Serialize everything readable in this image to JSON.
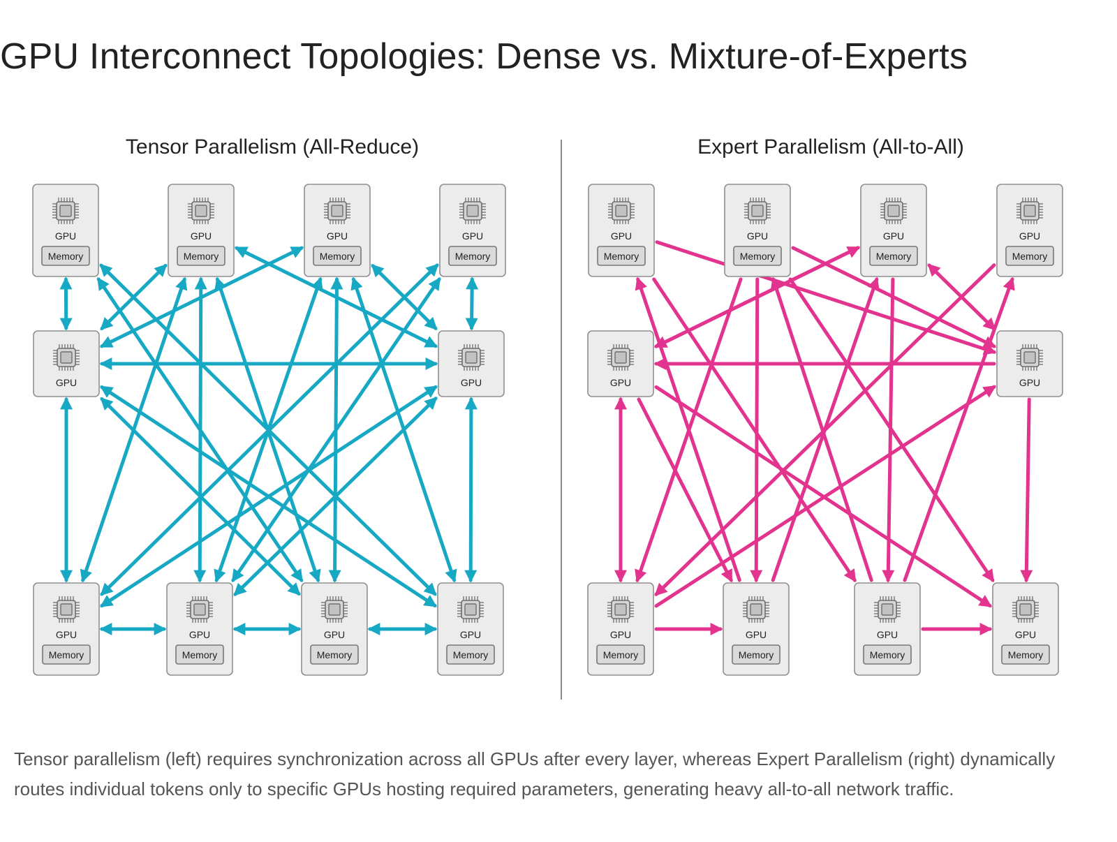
{
  "title": "GPU Interconnect Topologies: Dense vs. Mixture-of-Experts",
  "caption": "Tensor parallelism (left) requires synchronization across all GPUs after every layer, whereas Expert Parallelism (right) dynamically routes individual tokens only to specific GPUs hosting required parameters, generating heavy all-to-all network traffic.",
  "labels": {
    "gpu": "GPU",
    "memory": "Memory"
  },
  "panels": [
    {
      "id": "tensor",
      "title": "Tensor Parallelism (All-Reduce)",
      "color": "#17a8c4",
      "nodes": [
        {
          "id": "t1",
          "memory": true
        },
        {
          "id": "t2",
          "memory": true
        },
        {
          "id": "t3",
          "memory": true
        },
        {
          "id": "t4",
          "memory": true
        },
        {
          "id": "l1",
          "memory": false
        },
        {
          "id": "r1",
          "memory": false
        },
        {
          "id": "b1",
          "memory": true
        },
        {
          "id": "b2",
          "memory": true
        },
        {
          "id": "b3",
          "memory": true
        },
        {
          "id": "b4",
          "memory": true
        }
      ],
      "edges": [
        [
          "t1",
          "l1",
          "both"
        ],
        [
          "t4",
          "r1",
          "both"
        ],
        [
          "l1",
          "b1",
          "both"
        ],
        [
          "r1",
          "b4",
          "both"
        ],
        [
          "b1",
          "b2",
          "both"
        ],
        [
          "b2",
          "b3",
          "both"
        ],
        [
          "b3",
          "b4",
          "both"
        ],
        [
          "l1",
          "r1",
          "both"
        ],
        [
          "t1",
          "b4",
          "both"
        ],
        [
          "t4",
          "b1",
          "both"
        ],
        [
          "t2",
          "b2",
          "both"
        ],
        [
          "t3",
          "b3",
          "both"
        ],
        [
          "t2",
          "b1",
          "both"
        ],
        [
          "t3",
          "b4",
          "both"
        ],
        [
          "t2",
          "b3",
          "both"
        ],
        [
          "t3",
          "b2",
          "both"
        ],
        [
          "t2",
          "r1",
          "both"
        ],
        [
          "t3",
          "l1",
          "both"
        ],
        [
          "t2",
          "l1",
          "both"
        ],
        [
          "t3",
          "r1",
          "both"
        ],
        [
          "l1",
          "b3",
          "both"
        ],
        [
          "r1",
          "b2",
          "both"
        ],
        [
          "t1",
          "b3",
          "both"
        ],
        [
          "t4",
          "b2",
          "both"
        ],
        [
          "l1",
          "b4",
          "both"
        ],
        [
          "r1",
          "b1",
          "both"
        ]
      ]
    },
    {
      "id": "expert",
      "title": "Expert Parallelism (All-to-All)",
      "color": "#e2338f",
      "nodes": [
        {
          "id": "t1",
          "memory": true
        },
        {
          "id": "t2",
          "memory": true
        },
        {
          "id": "t3",
          "memory": true
        },
        {
          "id": "t4",
          "memory": true
        },
        {
          "id": "l1",
          "memory": false
        },
        {
          "id": "r1",
          "memory": false
        },
        {
          "id": "b1",
          "memory": true
        },
        {
          "id": "b2",
          "memory": true
        },
        {
          "id": "b3",
          "memory": true
        },
        {
          "id": "b4",
          "memory": true
        }
      ],
      "edges": [
        [
          "t1",
          "b3",
          "end"
        ],
        [
          "t2",
          "b1",
          "end"
        ],
        [
          "t3",
          "l1",
          "end"
        ],
        [
          "t3",
          "r1",
          "both"
        ],
        [
          "t4",
          "b1",
          "end"
        ],
        [
          "l1",
          "b1",
          "both"
        ],
        [
          "l1",
          "b4",
          "end"
        ],
        [
          "r1",
          "l1",
          "end"
        ],
        [
          "b1",
          "b2",
          "end"
        ],
        [
          "b3",
          "b4",
          "end"
        ],
        [
          "b2",
          "t3",
          "end"
        ],
        [
          "b3",
          "t4",
          "end"
        ],
        [
          "t2",
          "r1",
          "end"
        ],
        [
          "t2",
          "b4",
          "end"
        ],
        [
          "l1",
          "t3",
          "end"
        ],
        [
          "t1",
          "r1",
          "end"
        ],
        [
          "b4",
          "r1",
          "start"
        ],
        [
          "b3",
          "t2",
          "end"
        ],
        [
          "t3",
          "b3",
          "end"
        ],
        [
          "t2",
          "b2",
          "end"
        ],
        [
          "l1",
          "b2",
          "end"
        ],
        [
          "b1",
          "r1",
          "end"
        ],
        [
          "b2",
          "t1",
          "end"
        ]
      ]
    }
  ]
}
